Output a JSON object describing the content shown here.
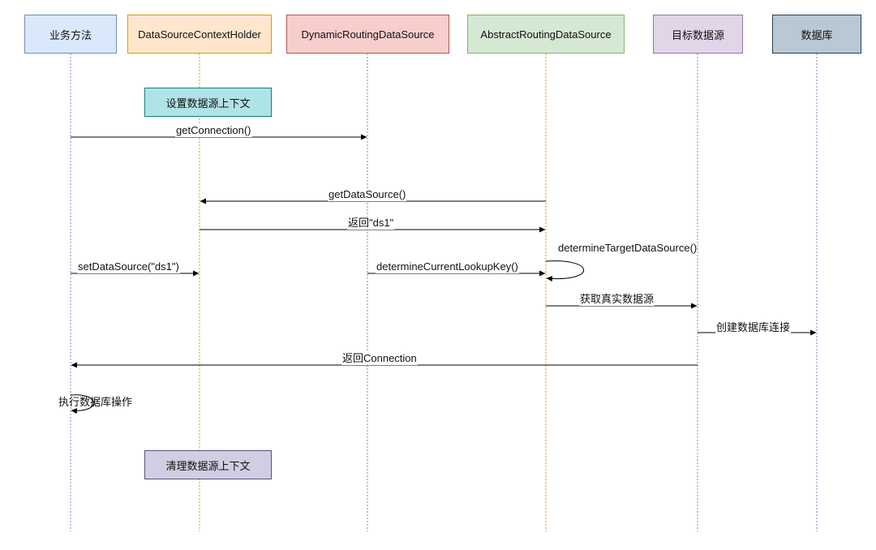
{
  "participants": [
    {
      "id": "biz",
      "label": "业务方法",
      "fill": "#dae8fc",
      "border": "#6c8ebf"
    },
    {
      "id": "holder",
      "label": "DataSourceContextHolder",
      "fill": "#ffe6cc",
      "border": "#d79b00"
    },
    {
      "id": "dynamic",
      "label": "DynamicRoutingDataSource",
      "fill": "#f8cecc",
      "border": "#b85450"
    },
    {
      "id": "abstract",
      "label": "AbstractRoutingDataSource",
      "fill": "#d5e8d4",
      "border": "#82b366"
    },
    {
      "id": "target",
      "label": "目标数据源",
      "fill": "#e1d5e7",
      "border": "#9673a6"
    },
    {
      "id": "db",
      "label": "数据库",
      "fill": "#bac8d3",
      "border": "#23445d"
    }
  ],
  "notes": [
    {
      "label": "设置数据源上下文",
      "fill": "#b0e3e6",
      "border": "#0e8088"
    },
    {
      "label": "清理数据源上下文",
      "fill": "#d0cee2",
      "border": "#56517e"
    }
  ],
  "messages": [
    {
      "label": "getConnection()",
      "from": "biz",
      "to": "dynamic"
    },
    {
      "label": "getDataSource()",
      "from": "abstract",
      "to": "holder"
    },
    {
      "label": "返回\"ds1\"",
      "from": "holder",
      "to": "abstract"
    },
    {
      "label": "setDataSource(\"ds1\")",
      "from": "biz",
      "to": "holder"
    },
    {
      "label": "determineCurrentLookupKey()",
      "from": "dynamic",
      "to": "abstract"
    },
    {
      "label": "获取真实数据源",
      "from": "abstract",
      "to": "target"
    },
    {
      "label": "创建数据库连接",
      "from": "target",
      "to": "db"
    },
    {
      "label": "返回Connection",
      "from": "target",
      "to": "biz"
    }
  ],
  "self_messages": [
    {
      "label": "determineTargetDataSource()",
      "on": "abstract"
    },
    {
      "label": "执行数据库操作",
      "on": "biz"
    }
  ],
  "colors": {
    "lifeline": "#6c8ebf",
    "arrow": "#000000"
  }
}
